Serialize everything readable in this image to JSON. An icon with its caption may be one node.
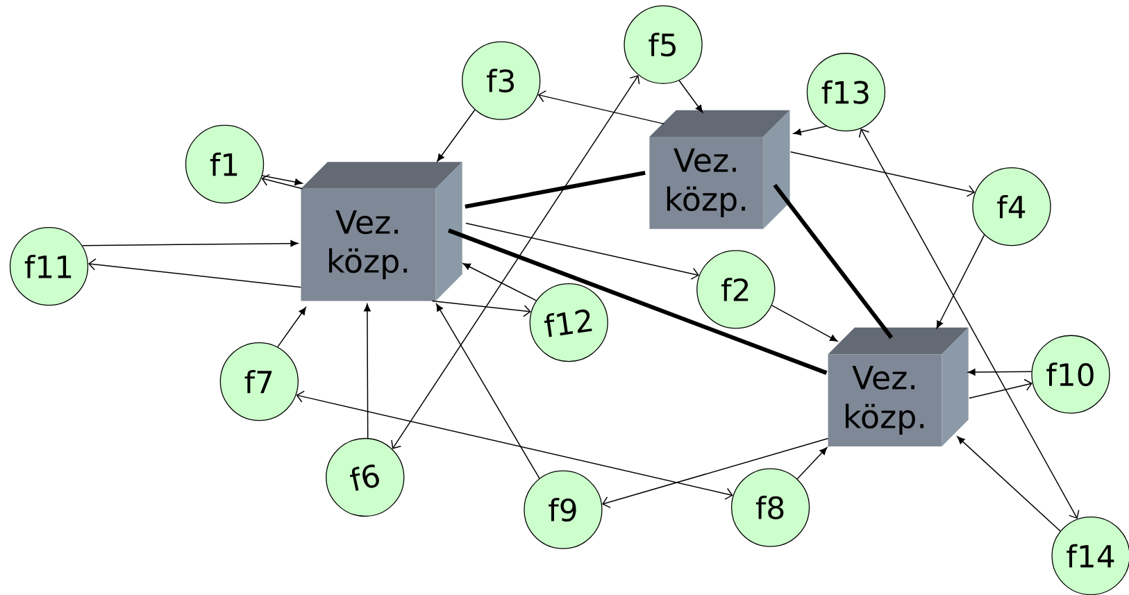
{
  "diagram": {
    "nodes": [
      {
        "text": [
          "Vez. közp."
        ]
      },
      {
        "text": [
          "Vez. közp."
        ]
      },
      {
        "text": [
          "Vez. közp."
        ]
      },
      {
        "text": [
          "f1"
        ]
      },
      {
        "text": [
          "f2"
        ]
      },
      {
        "text": [
          "f3"
        ]
      },
      {
        "text": [
          "f4"
        ]
      },
      {
        "text": [
          "f5"
        ]
      },
      {
        "text": [
          "f6"
        ]
      },
      {
        "text": [
          "f7"
        ]
      },
      {
        "text": [
          "f8"
        ]
      },
      {
        "text": [
          "f9"
        ]
      },
      {
        "text": [
          "f10"
        ]
      },
      {
        "text": [
          "f11"
        ]
      },
      {
        "text": [
          "f12"
        ]
      },
      {
        "text": [
          "f13"
        ]
      },
      {
        "text": [
          "f14"
        ]
      }
    ],
    "edges": [
      {
        "from": 0,
        "to": 3,
        "arrow": "to"
      },
      {
        "from": 3,
        "to": 0,
        "arrow": "to"
      },
      {
        "from": 13,
        "to": 0,
        "arrow": "to"
      },
      {
        "from": 0,
        "to": 13,
        "arrow": "to"
      },
      {
        "from": 5,
        "to": 0,
        "arrow": "to"
      },
      {
        "from": 1,
        "to": 5,
        "arrow": "to"
      },
      {
        "from": 7,
        "to": 1,
        "arrow": "to"
      },
      {
        "from": 8,
        "to": 7,
        "arrow": "both"
      },
      {
        "from": 15,
        "to": 1,
        "arrow": "to"
      },
      {
        "from": 1,
        "to": 6,
        "arrow": "to"
      },
      {
        "from": 6,
        "to": 2,
        "arrow": "to"
      },
      {
        "from": 0,
        "to": 4,
        "arrow": "to"
      },
      {
        "from": 4,
        "to": 2,
        "arrow": "to"
      },
      {
        "from": 14,
        "to": 0,
        "arrow": "to"
      },
      {
        "from": 0,
        "to": 14,
        "arrow": "to"
      },
      {
        "from": 9,
        "to": 0,
        "arrow": "to"
      },
      {
        "from": 8,
        "to": 0,
        "arrow": "to"
      },
      {
        "from": 11,
        "to": 0,
        "arrow": "to"
      },
      {
        "from": 9,
        "to": 10,
        "arrow": "both"
      },
      {
        "from": 2,
        "to": 11,
        "arrow": "to"
      },
      {
        "from": 10,
        "to": 2,
        "arrow": "to"
      },
      {
        "from": 12,
        "to": 2,
        "arrow": "to"
      },
      {
        "from": 2,
        "to": 12,
        "arrow": "to"
      },
      {
        "from": 16,
        "to": 2,
        "arrow": "to"
      },
      {
        "from": 15,
        "to": 16,
        "arrow": "both"
      },
      {
        "from": 0,
        "to": 1,
        "arrow": "none",
        "style": "thick"
      },
      {
        "from": 0,
        "to": 2,
        "arrow": "none",
        "style": "thick"
      },
      {
        "from": 1,
        "to": 2,
        "arrow": "none",
        "style": "thick"
      }
    ]
  }
}
